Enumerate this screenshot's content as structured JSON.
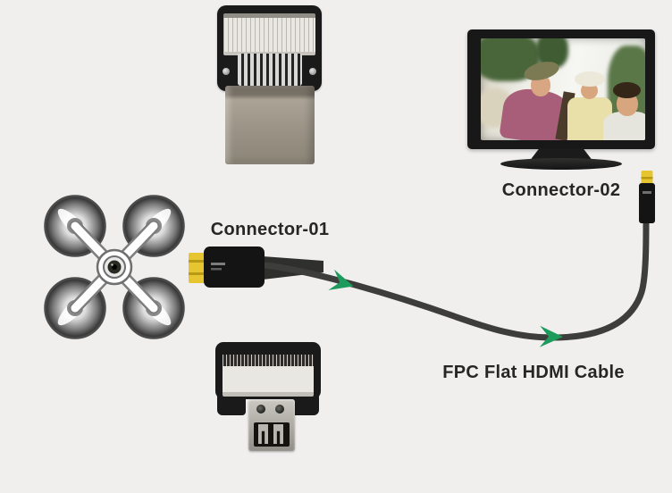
{
  "scene": {
    "background_color": "#f0efee",
    "text_color": "#262626",
    "arrow_color": "#1d9a5c",
    "cable_color": "#3d3d3b",
    "connector_tip_color": "#e7c531",
    "pcb_color": "#1a1a1a",
    "metal_color": "#9b9486"
  },
  "labels": {
    "connector_01": "Connector-01",
    "connector_02": "Connector-02",
    "cable_name": "FPC Flat HDMI Cable"
  },
  "parts": {
    "top_adapter": "hdmi-male-fpc-adapter",
    "bottom_adapter": "hdmi-female-fpc-adapter",
    "drone": "quadcopter-top-view",
    "tv": "tv-with-family-photo",
    "plug_1": "hdmi-plug-connector-01",
    "plug_2": "hdmi-plug-connector-02"
  }
}
